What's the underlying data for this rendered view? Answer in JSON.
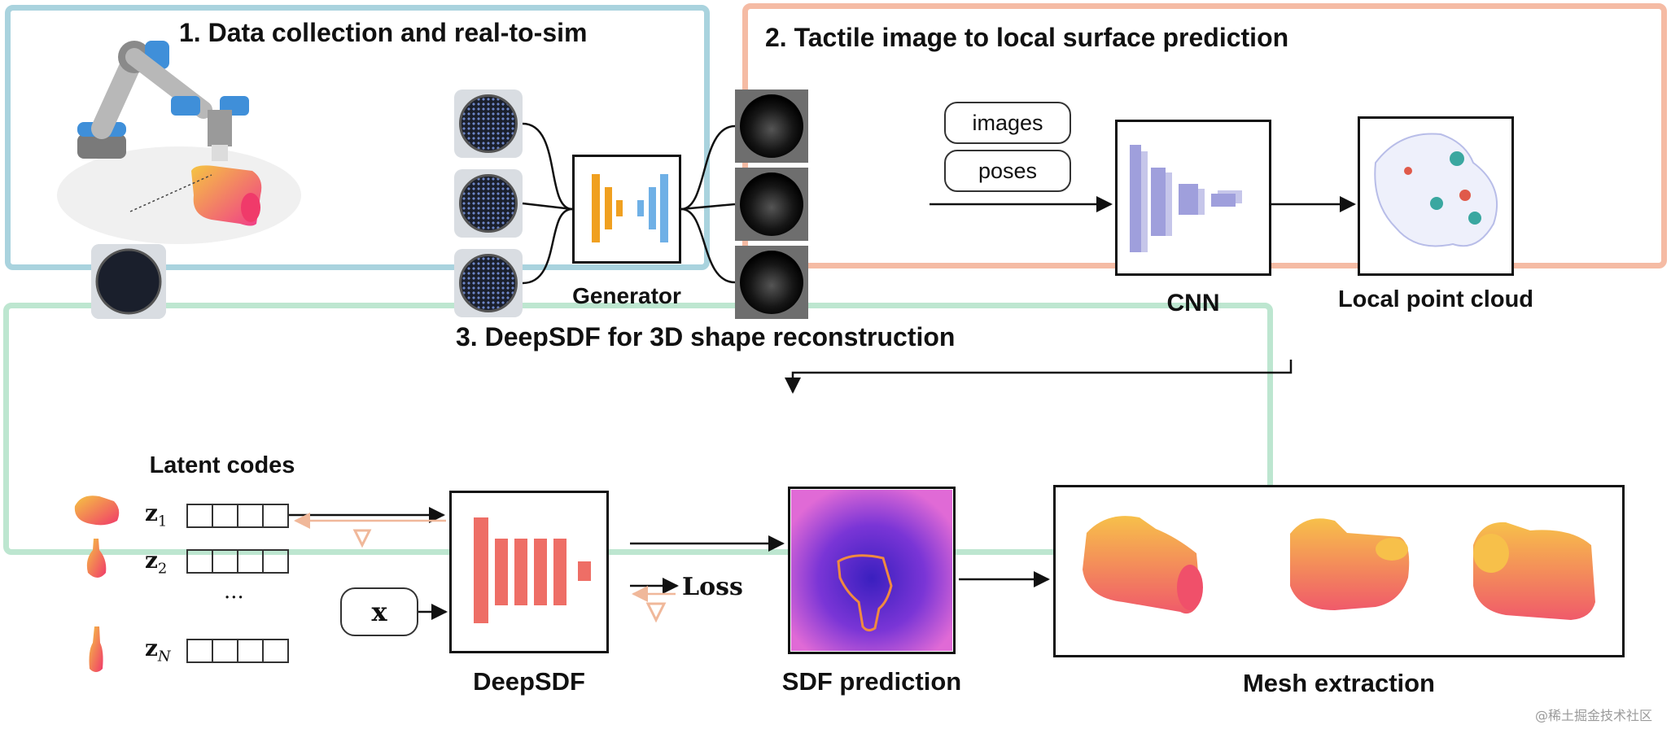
{
  "panel1": {
    "title": "1. Data collection and real-to-sim",
    "generator_label": "Generator",
    "border_color": "#a9d3de"
  },
  "panel2": {
    "title": "2. Tactile image to local surface prediction",
    "input_labels": [
      "images",
      "poses"
    ],
    "cnn_label": "CNN",
    "cloud_label": "Local point cloud",
    "border_color": "#f5bba4"
  },
  "panel3": {
    "title": "3. DeepSDF for 3D shape reconstruction",
    "latent_title": "Latent codes",
    "z_labels": [
      {
        "base": "z",
        "sub": "1"
      },
      {
        "base": "z",
        "sub": "2"
      },
      {
        "base": "z",
        "sub": "N"
      }
    ],
    "ellipsis": "···",
    "x_label": "x",
    "loss_label": "Loss",
    "deepsdf_label": "DeepSDF",
    "sdf_label": "SDF prediction",
    "mesh_label": "Mesh extraction",
    "border_color": "#bde6d0"
  },
  "watermark": "@稀土掘金技术社区",
  "colors": {
    "gen_orange": "#f0a020",
    "gen_blue": "#6fb0e6",
    "cnn_purple": "#8f8fd6",
    "deepsdf_red": "#ee6e66",
    "grad_orange": "#f0b89a"
  }
}
